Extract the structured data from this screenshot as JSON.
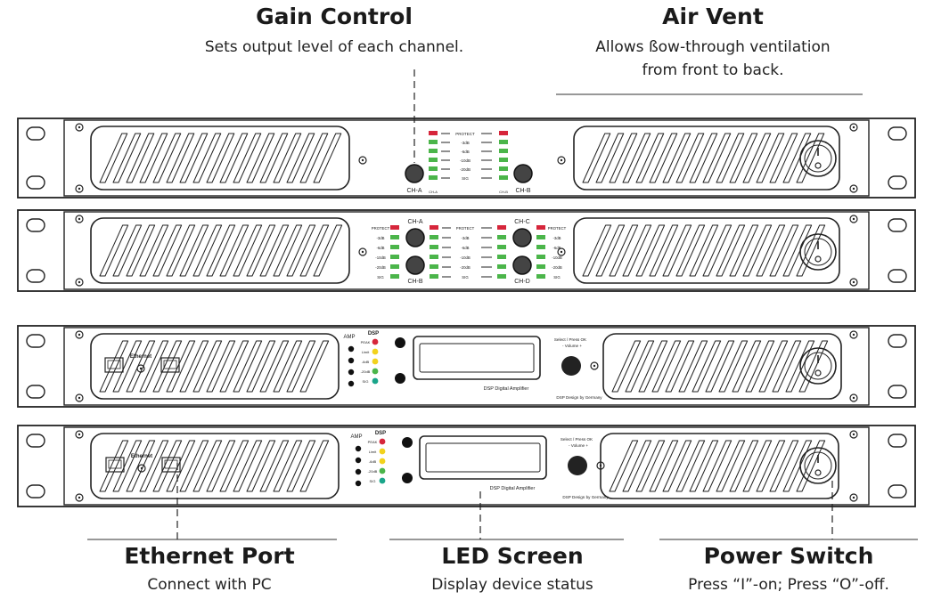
{
  "callouts": {
    "gain": {
      "title": "Gain Control",
      "desc": "Sets output level of each channel."
    },
    "vent": {
      "title": "Air Vent",
      "desc1": "Allows ßow-through ventilation",
      "desc2": "from front to back."
    },
    "ethernet": {
      "title": "Ethernet Port",
      "desc": "Connect with PC"
    },
    "led": {
      "title": "LED Screen",
      "desc": "Display device status"
    },
    "power": {
      "title": "Power Switch",
      "desc": "Press “I”-on; Press “O”-off."
    }
  },
  "panel_labels": {
    "ch_a": "CH-A",
    "ch_b": "CH-B",
    "ch_c": "CH-C",
    "ch_d": "CH-D",
    "protect": "PROTECT",
    "db_m3": "-3dB",
    "db_m6": "-6dB",
    "db_m10": "-10dB",
    "db_m20": "-20dB",
    "sig": "SIG",
    "amp": "AMP",
    "dsp": "DSP",
    "peak": "PEAK",
    "limit": "Limit",
    "ethernet": "Ethernet",
    "screen_caption": "DSP Digital Amplifier",
    "select_press": "Select / Press OK",
    "volume": "- Volume +",
    "design": "DSP  Design by Germany"
  },
  "colors": {
    "line": "#222222",
    "red": "#d6263b",
    "green": "#4bb54a",
    "yellow": "#f2d21d",
    "teal": "#1aa58a"
  }
}
